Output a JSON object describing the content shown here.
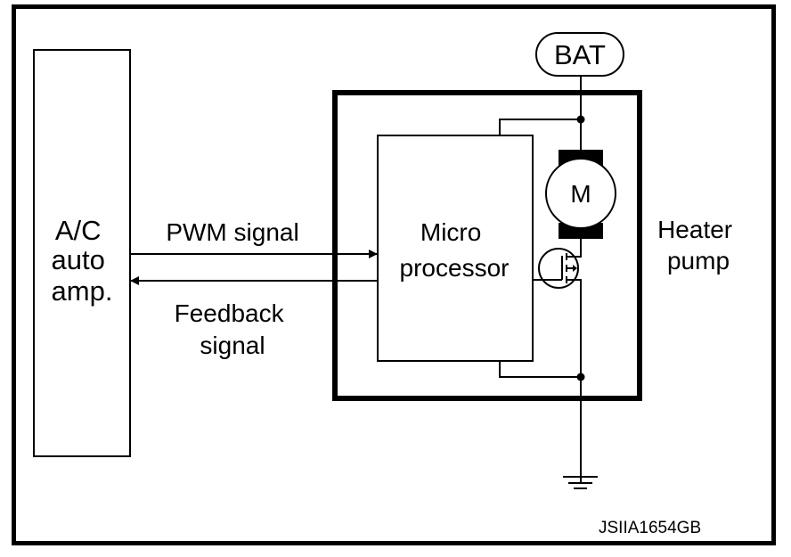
{
  "figure_code": "JSIIA1654GB",
  "colors": {
    "line": "#000000",
    "background": "#ffffff"
  },
  "components": {
    "ac_amp": {
      "lines": [
        "A/C",
        "auto",
        "amp."
      ]
    },
    "heater_pump": {
      "lines": [
        "Heater",
        "pump"
      ]
    },
    "microprocessor": {
      "lines": [
        "Micro",
        "processor"
      ]
    },
    "battery": {
      "label": "BAT"
    },
    "motor": {
      "label": "M"
    },
    "transistor": {
      "type": "MOSFET"
    },
    "ground": {
      "type": "ground"
    }
  },
  "signals": {
    "pwm": {
      "lines": [
        "PWM signal"
      ],
      "direction": "A/C auto amp. to Micro processor"
    },
    "feedback": {
      "lines": [
        "Feedback",
        "signal"
      ],
      "direction": "Micro processor to A/C auto amp."
    }
  }
}
